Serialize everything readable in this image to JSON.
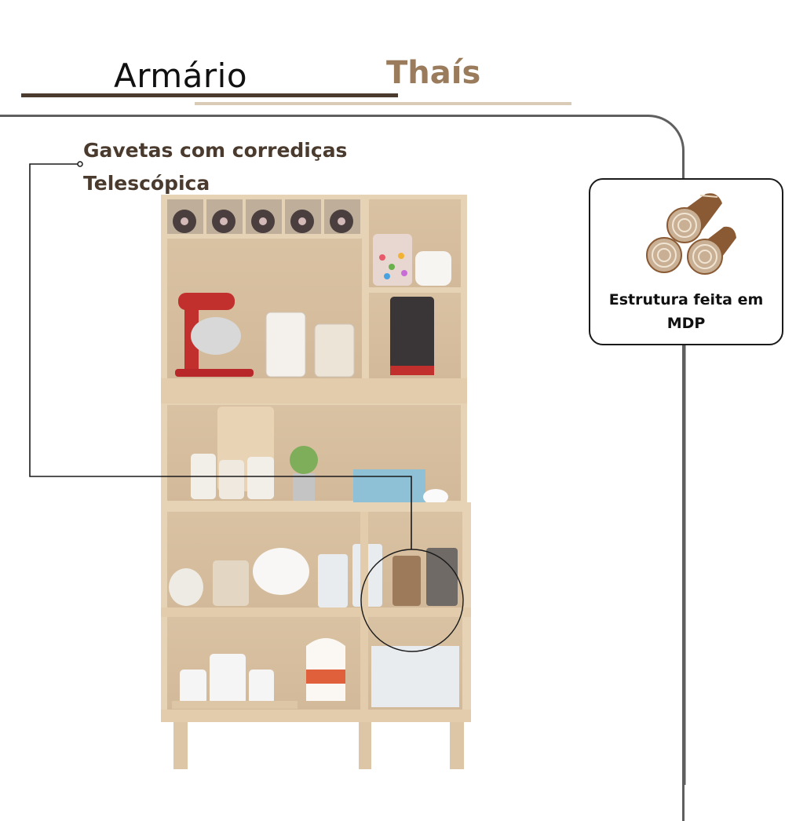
{
  "header": {
    "title": "Armário",
    "product_name": "Thaís"
  },
  "feature": {
    "line1": "Gavetas com corrediças",
    "line2": "Telescópica"
  },
  "badge": {
    "icon": "wood-logs-icon",
    "line1": "Estrutura feita em",
    "line2": "MDP"
  },
  "product_image": {
    "description": "Wooden kitchen cabinet (armário) with open shelves, wine bottle cubbies, stand mixer, jars, coffee maker, bowls, kettle and canisters",
    "highlight": "circle-callout-on-shelf"
  },
  "colors": {
    "title_dark": "#111111",
    "accent_brown": "#9a7b5c",
    "text_brown": "#4a3b2e",
    "bar_dark": "#4a3b2e",
    "bar_light": "#d9cbb6",
    "frame_gray": "#5f5f5f",
    "wood": "#e3ccab"
  }
}
